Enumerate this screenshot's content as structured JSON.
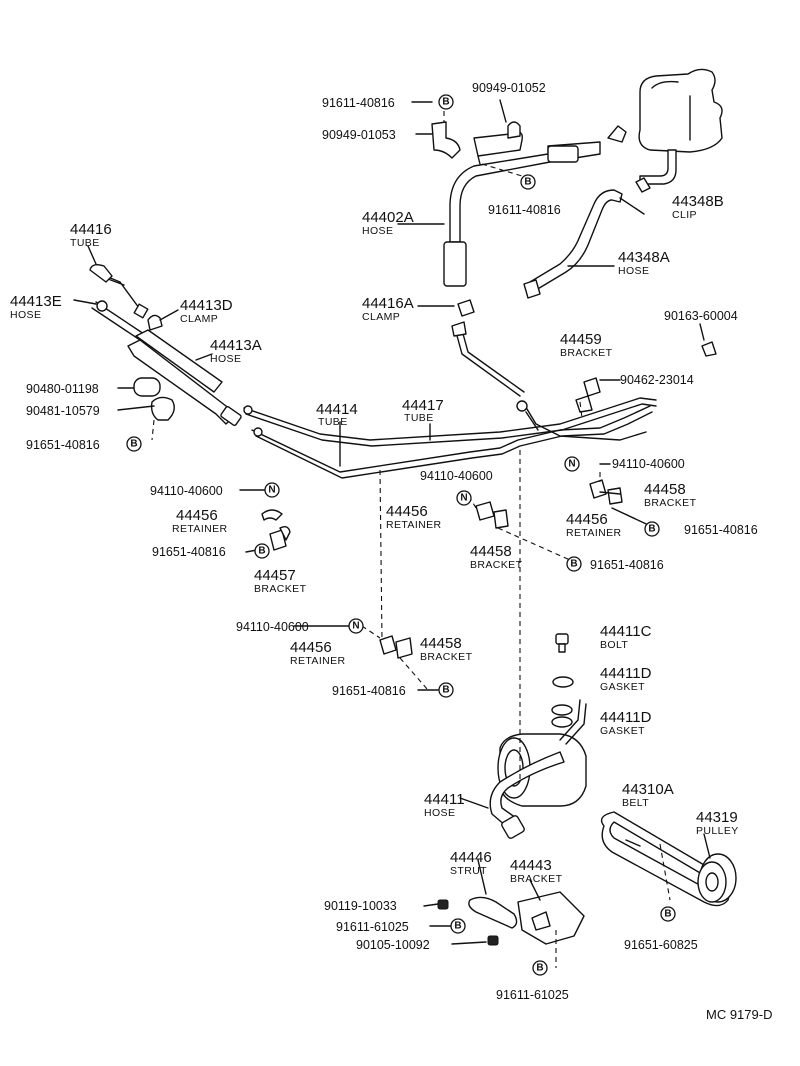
{
  "diagram_code": "MC  9179-D",
  "symbols": {
    "bolt": "B",
    "nut": "N"
  },
  "parts": {
    "p44416": {
      "code": "44416",
      "desc": "TUBE"
    },
    "p44413E": {
      "code": "44413E",
      "desc": "HOSE"
    },
    "p44413D": {
      "code": "44413D",
      "desc": "CLAMP"
    },
    "p44413A": {
      "code": "44413A",
      "desc": "HOSE"
    },
    "p44402A": {
      "code": "44402A",
      "desc": "HOSE"
    },
    "p44416A": {
      "code": "44416A",
      "desc": "CLAMP"
    },
    "p44348B": {
      "code": "44348B",
      "desc": "CLIP"
    },
    "p44348A": {
      "code": "44348A",
      "desc": "HOSE"
    },
    "p44459": {
      "code": "44459",
      "desc": "BRACKET"
    },
    "p44414": {
      "code": "44414",
      "desc": "TUBE"
    },
    "p44417": {
      "code": "44417",
      "desc": "TUBE"
    },
    "p44456a": {
      "code": "44456",
      "desc": "RETAINER"
    },
    "p44457": {
      "code": "44457",
      "desc": "BRACKET"
    },
    "p44456b": {
      "code": "44456",
      "desc": "RETAINER"
    },
    "p44458b": {
      "code": "44458",
      "desc": "BRACKET"
    },
    "p44458a": {
      "code": "44458",
      "desc": "BRACKET"
    },
    "p44456c": {
      "code": "44456",
      "desc": "RETAINER"
    },
    "p44456d": {
      "code": "44456",
      "desc": "RETAINER"
    },
    "p44458c": {
      "code": "44458",
      "desc": "BRACKET"
    },
    "p44411C": {
      "code": "44411C",
      "desc": "BOLT"
    },
    "p44411D1": {
      "code": "44411D",
      "desc": "GASKET"
    },
    "p44411D2": {
      "code": "44411D",
      "desc": "GASKET"
    },
    "p44411": {
      "code": "44411",
      "desc": "HOSE"
    },
    "p44310A": {
      "code": "44310A",
      "desc": "BELT"
    },
    "p44319": {
      "code": "44319",
      "desc": "PULLEY"
    },
    "p44446": {
      "code": "44446",
      "desc": "STRUT"
    },
    "p44443": {
      "code": "44443",
      "desc": "BRACKET"
    }
  },
  "refs": {
    "r1": "91611-40816",
    "r2": "90949-01053",
    "r3": "90949-01052",
    "r4": "91611-40816",
    "r5": "90163-60004",
    "r6": "90462-23014",
    "r7": "90480-01198",
    "r8": "90481-10579",
    "r9": "91651-40816",
    "r10": "94110-40600",
    "r11": "94110-40600",
    "r12": "94110-40600",
    "r13": "91651-40816",
    "r14": "91651-40816",
    "r15": "91651-40816",
    "r16": "94110-40600",
    "r17": "91651-40816",
    "r18": "90119-10033",
    "r19": "91611-61025",
    "r20": "90105-10092",
    "r21": "91611-61025",
    "r22": "91651-60825"
  }
}
